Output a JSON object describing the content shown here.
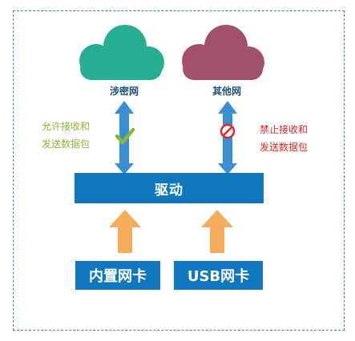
{
  "clouds": {
    "left": {
      "label": "涉密网",
      "color": "#26ae93"
    },
    "right": {
      "label": "其他网",
      "color": "#a3506f"
    }
  },
  "notes": {
    "allow": {
      "line1": "允许接收和",
      "line2": "发送数据包",
      "color": "#8db43a"
    },
    "deny": {
      "line1": "禁止接收和",
      "line2": "发送数据包",
      "color": "#e0282a"
    }
  },
  "driver": {
    "label": "驱动"
  },
  "nics": {
    "internal": "内置网卡",
    "usb": "USB网卡"
  },
  "icons": {
    "allow": "check-icon",
    "deny": "prohibited-icon"
  },
  "colors": {
    "arrow_blue": "#3a8fd0",
    "arrow_orange": "#f5ad5c",
    "bar_blue": "#1177bd",
    "frame": "#4a7fa6"
  }
}
